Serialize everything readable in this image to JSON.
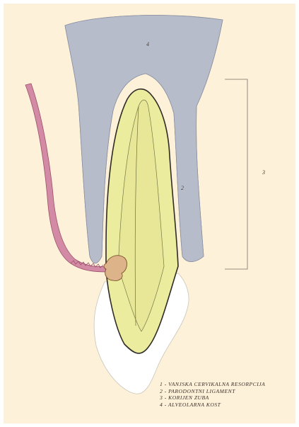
{
  "diagram": {
    "labels": {
      "bone": "4",
      "ligament": "2",
      "root": "3"
    },
    "legend": [
      {
        "num": "1",
        "text": "VANJSKA CERVIKALNA RESORPCIJA"
      },
      {
        "num": "2",
        "text": "PARODONTNI LIGAMENT"
      },
      {
        "num": "3",
        "text": "KORIJEN ZUBA"
      },
      {
        "num": "4",
        "text": "ALVEOLARNA KOST"
      }
    ],
    "colors": {
      "background": "#fdf1d9",
      "bone": "#b7bccb",
      "root": "#ecec9e",
      "ligament_outline": "#2f2b26",
      "crown": "#ffffff",
      "gingiva": "#d38aa4",
      "resorption": "#ddb38a"
    }
  }
}
